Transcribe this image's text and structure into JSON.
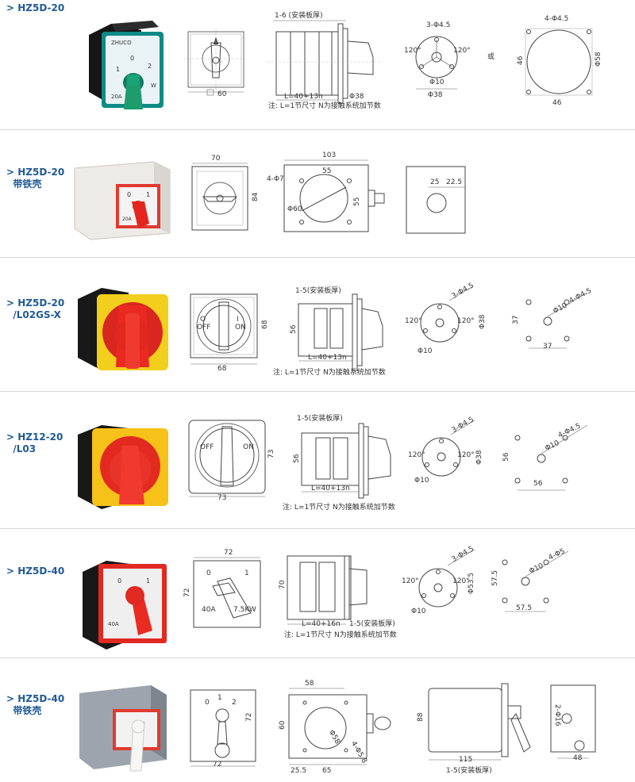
{
  "rows": [
    {
      "model": [
        "HZ5D-20"
      ],
      "product": {
        "brand": "ZHUCO",
        "label_0": "0",
        "label_1": "1",
        "label_2": "2",
        "rating": "20A",
        "power": "W"
      },
      "front": {
        "dim": "60"
      },
      "side": {
        "install": "1-6 (安装板厚)",
        "length": "L=40+13n",
        "phi": "Φ38",
        "note": "注: L=1节尺寸  N为接触系统加节数"
      },
      "hole": {
        "holes": "3-Φ4.5",
        "angle_l": "120°",
        "angle_r": "120°",
        "phi_s": "Φ10",
        "phi_l": "Φ38"
      },
      "or": "或",
      "hole2": {
        "holes": "4-Φ4.5",
        "h": "46",
        "w": "46",
        "phi": "Φ58"
      }
    },
    {
      "model": [
        "HZ5D-20",
        "带铁壳"
      ],
      "product": {
        "label_0": "0",
        "label_1": "1",
        "rating": "20A"
      },
      "front": {
        "w": "70",
        "h": "84"
      },
      "side": {
        "w": "103",
        "inner": "55",
        "holes": "4-Φ7",
        "phi": "Φ60",
        "h": "55"
      },
      "back": {
        "a": "25",
        "b": "22.5"
      }
    },
    {
      "model": [
        "HZ5D-20",
        "/L02GS-X"
      ],
      "front": {
        "off": "OFF",
        "on": "ON",
        "o": "O",
        "i": "I",
        "w": "68",
        "h": "68"
      },
      "side": {
        "install": "1-5(安装板厚)",
        "h": "56",
        "length": "L=40+13n",
        "note": "注: L=1节尺寸  N为接触系统加节数"
      },
      "hole": {
        "holes": "3-Φ4.5",
        "angle_l": "120°",
        "angle_r": "120°",
        "phi_s": "Φ10",
        "phi_l": "Φ38"
      },
      "hole2": {
        "holes": "4-Φ4.5",
        "phi": "Φ10",
        "h": "37",
        "w": "37"
      }
    },
    {
      "model": [
        "HZ12-20",
        "/L03"
      ],
      "front": {
        "off": "OFF",
        "on": "ON",
        "w": "73",
        "h": "73"
      },
      "side": {
        "install": "1-5(安装板厚)",
        "h": "56",
        "length": "L=40+13n",
        "note": "注: L=1节尺寸 N为接触系统加节数"
      },
      "hole": {
        "holes": "3-Φ4.5",
        "angle_l": "120°",
        "angle_r": "120°",
        "phi_s": "Φ10",
        "phi_l": "Φ38"
      },
      "hole2": {
        "holes": "4-Φ4.5",
        "phi": "Φ10",
        "h": "56",
        "w": "56"
      }
    },
    {
      "model": [
        "HZ5D-40"
      ],
      "product": {
        "label_0": "0",
        "label_1": "1",
        "rating": "40A"
      },
      "front": {
        "w": "72",
        "h": "72",
        "l0": "0",
        "l1": "1",
        "rating": "40A",
        "power": "7.5KW"
      },
      "side": {
        "h": "70",
        "length": "L=40+16n",
        "install": "1-5(安装板厚)",
        "note": "注: L=1节尺寸 N为接触系统加节数"
      },
      "hole": {
        "holes": "3-Φ4.5",
        "angle_l": "120°",
        "angle_r": "120°",
        "phi_s": "Φ10",
        "phi_l": "Φ53.5"
      },
      "hole2": {
        "holes": "4-Φ5",
        "phi": "Φ10",
        "h": "57.5",
        "w": "57.5"
      }
    },
    {
      "model": [
        "HZ5D-40",
        "带铁壳"
      ],
      "front": {
        "l0": "0",
        "l1": "1",
        "l2": "2",
        "w": "72",
        "h": "72"
      },
      "side": {
        "w": "58",
        "h": "60",
        "phi": "Φ58",
        "holes": "4-Φ5.8",
        "a": "25.5",
        "b": "65"
      },
      "side2": {
        "h": "88",
        "w": "115",
        "install": "1-5(安装板厚)"
      },
      "end": {
        "holes": "2-Φ16",
        "w": "48"
      }
    }
  ]
}
